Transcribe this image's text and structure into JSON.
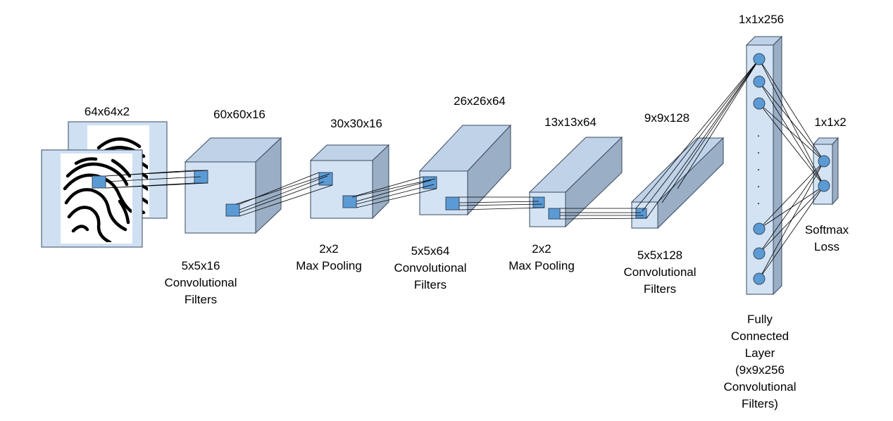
{
  "colors": {
    "fill": "#cfe0f3",
    "front": "#d4e3f4",
    "top": "#bfd2e8",
    "side": "#9aaec5",
    "stroke": "#374a5e",
    "small_square": "#5b9bd5",
    "node": "#5b9bd5",
    "line": "#000000"
  },
  "icons": {
    "input": "fingerprint-image-icon"
  },
  "layers": [
    {
      "dims": "64x64x2",
      "caption": []
    },
    {
      "dims": "60x60x16",
      "caption": [
        "5x5x16",
        "Convolutional",
        "Filters"
      ]
    },
    {
      "dims": "30x30x16",
      "caption": [
        "2x2",
        "Max Pooling"
      ]
    },
    {
      "dims": "26x26x64",
      "caption": [
        "5x5x64",
        "Convolutional",
        "Filters"
      ]
    },
    {
      "dims": "13x13x64",
      "caption": [
        "2x2",
        "Max Pooling"
      ]
    },
    {
      "dims": "9x9x128",
      "caption": [
        "5x5x128",
        "Convolutional",
        "Filters"
      ]
    },
    {
      "dims": "1x1x256",
      "caption": [
        "Fully",
        "Connected",
        "Layer",
        "(9x9x256",
        "Convolutional",
        "Filters)"
      ]
    },
    {
      "dims": "1x1x2",
      "caption": [
        "Softmax",
        "Loss"
      ]
    }
  ],
  "fc_dots": [
    ".",
    ".",
    ".",
    ".",
    "."
  ]
}
